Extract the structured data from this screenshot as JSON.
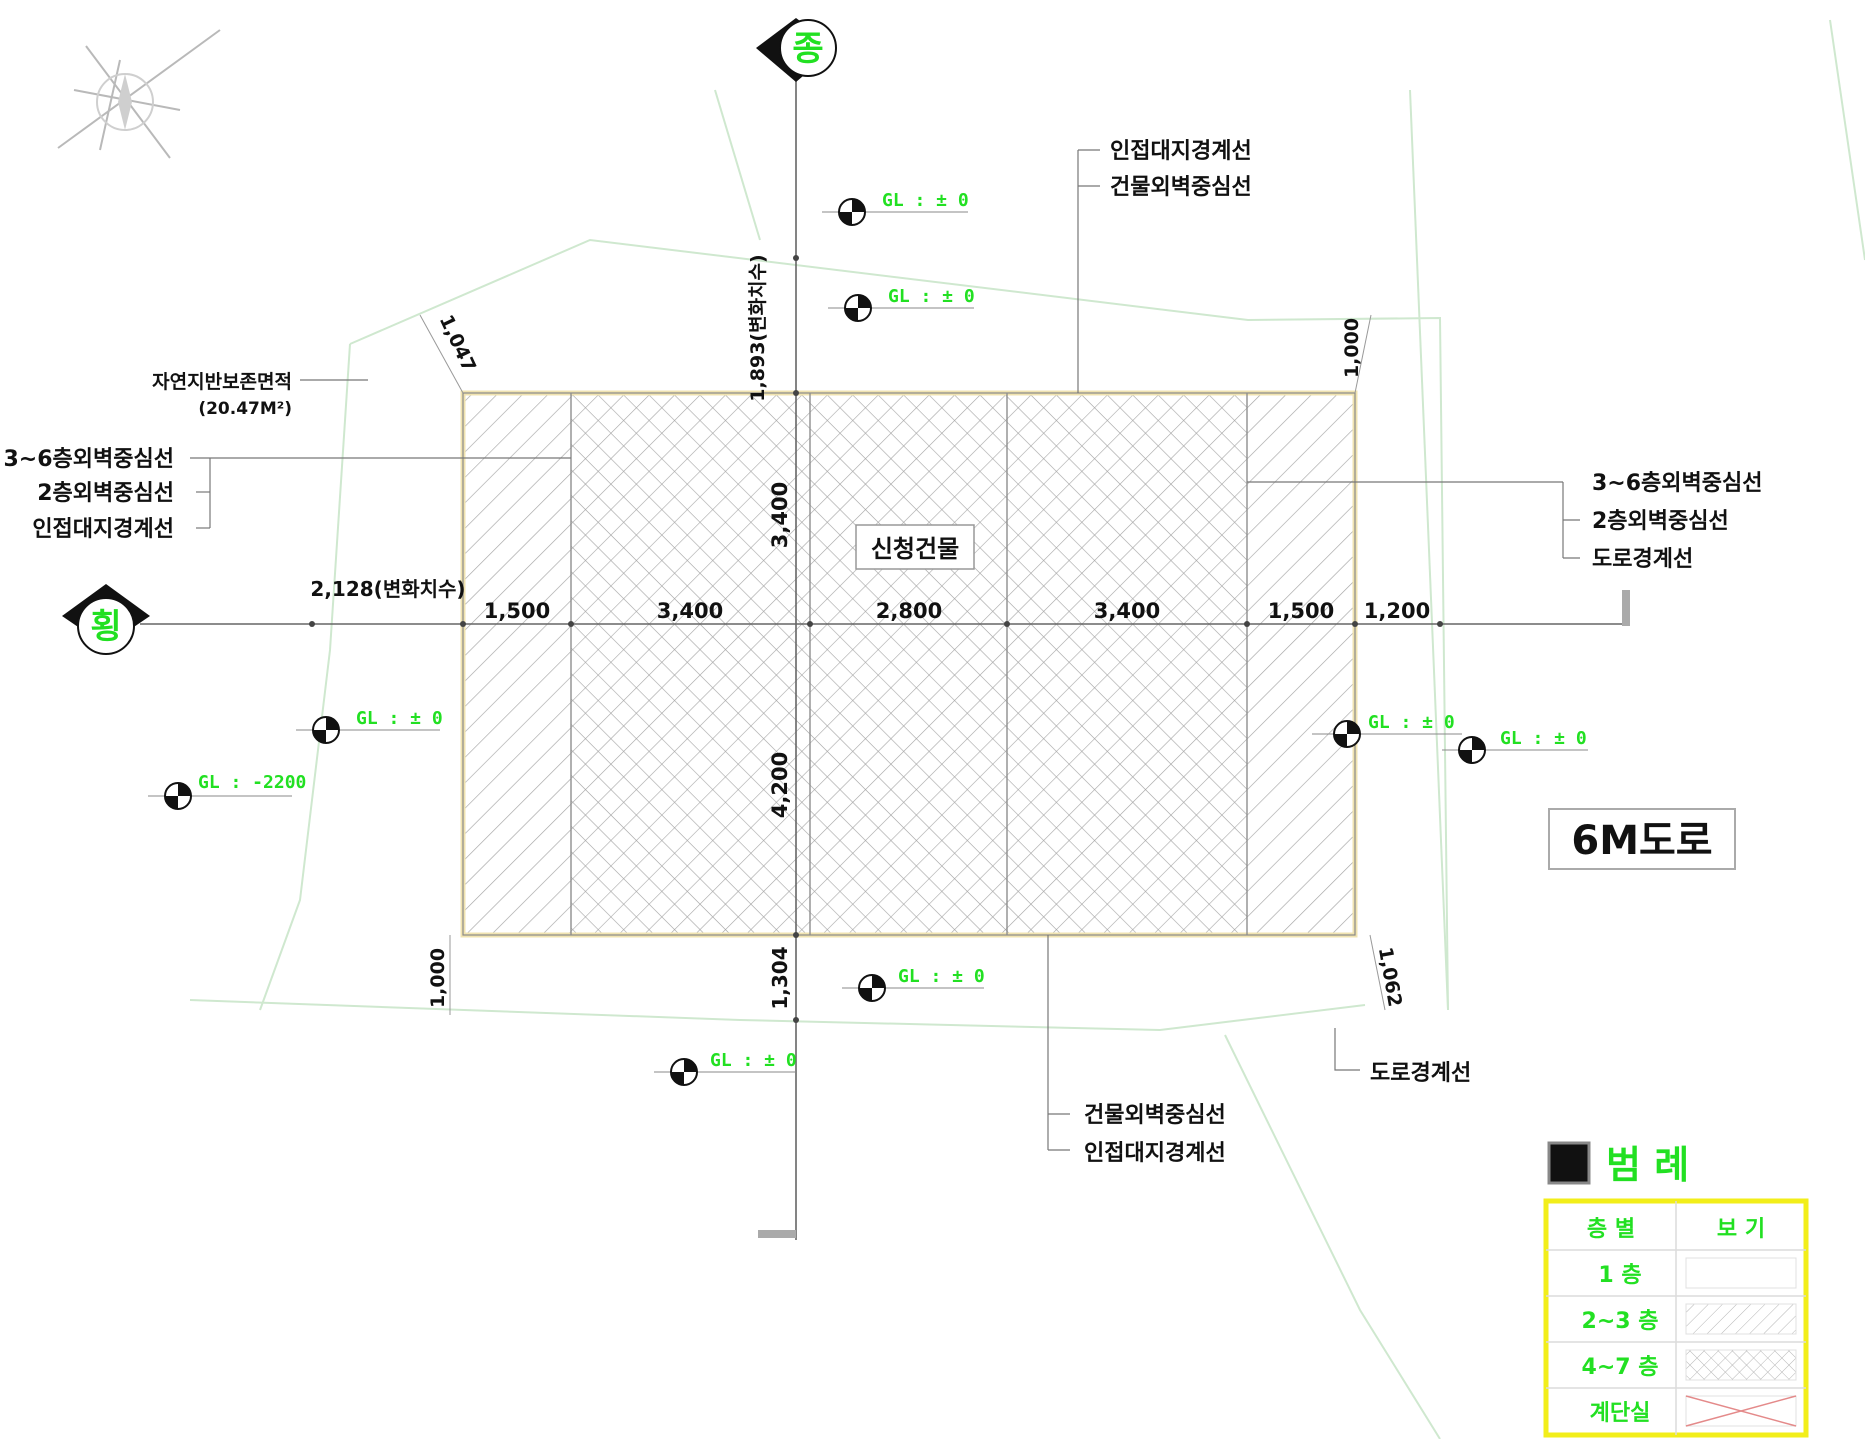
{
  "axes": {
    "vertical": "종",
    "horizontal": "횡"
  },
  "dims_top": [
    "1,500",
    "3,400",
    "2,800",
    "3,400",
    "1,500",
    "1,200"
  ],
  "dims_vertical": {
    "upper": "3,400",
    "lower": "4,200",
    "top": "1,893(변화치수)",
    "bottom": "1,304"
  },
  "dims_side": {
    "top_left": "1,047",
    "top_right": "1,000",
    "bottom_left": "1,000",
    "bottom_right": "1,062",
    "left": "2,128(변화치수)"
  },
  "labels": {
    "top_center_1": "인접대지경계선",
    "top_center_2": "건물외벽중심선",
    "left_area_1": "자연지반보존면적",
    "left_area_2": "(20.47M²)",
    "left_1": "3~6층외벽중심선",
    "left_2": "2층외벽중심선",
    "left_3": "인접대지경계선",
    "right_1": "3~6층외벽중심선",
    "right_2": "2층외벽중심선",
    "right_3": "도로경계선",
    "bottom_1": "건물외벽중심선",
    "bottom_2": "인접대지경계선",
    "bottom_right": "도로경계선",
    "building": "신청건물",
    "road": "6M도로"
  },
  "gl_markers": [
    "GL : ± 0",
    "GL : ± 0",
    "GL : ± 0",
    "GL : -2200",
    "GL : ± 0",
    "GL : ± 0",
    "GL : ± 0",
    "GL : ± 0"
  ],
  "legend": {
    "title": "범 례",
    "col_1": "층 별",
    "col_2": "보 기",
    "rows": [
      "1 층",
      "2~3 층",
      "4~7 층",
      "계단실"
    ]
  },
  "colors": {
    "green": "#22e022",
    "legend_border": "#f2ee1a",
    "site_line": "#c8e8c8",
    "hatch": "#9a9a9a"
  }
}
